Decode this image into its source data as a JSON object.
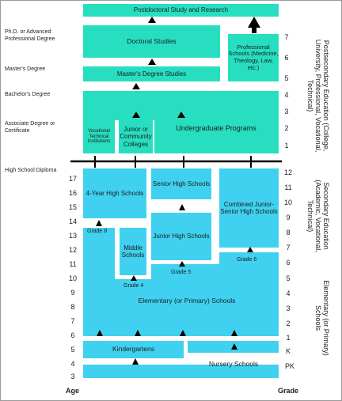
{
  "left_labels": {
    "phd": "Ph.D. or Advanced Professional Degree",
    "masters": "Master's Degree",
    "bachelors": "Bachelor's Degree",
    "associate": "Associate Degree or Certificate",
    "hs_diploma": "High School Diploma"
  },
  "ages": [
    "17",
    "16",
    "15",
    "14",
    "13",
    "12",
    "11",
    "10",
    "9",
    "8",
    "7",
    "6",
    "5",
    "4",
    "3"
  ],
  "age_label": "Age",
  "grade_label": "Grade",
  "post_years": [
    "7",
    "6",
    "5",
    "4",
    "3",
    "2",
    "1"
  ],
  "grades": [
    "12",
    "11",
    "10",
    "9",
    "8",
    "7",
    "6",
    "5",
    "4",
    "3",
    "2",
    "1",
    "K",
    "PK"
  ],
  "side_labels": {
    "postsecondary": "Postsecondary Education (College, University, Professional, Vocational, Technical)",
    "secondary": "Secondary Education (Academic, Vocational, Technical)",
    "elementary": "Elementary (or Primary) Schools"
  },
  "boxes": {
    "postdoc": "Postdoctoral Study and Research",
    "doctoral": "Doctoral Studies",
    "professional": "Professional Schools (Medicine, Theology, Law, etc.)",
    "masters": "Master's Degree Studies",
    "vocational": "Vocational Technical Institutions",
    "junior_college": "Junior or Community Colleges",
    "undergrad": "Undergraduate Programs",
    "four_year_hs": "4-Year High Schools",
    "senior_hs": "Senior High Schools",
    "combined_hs": "Combined Junior-Senior High Schools",
    "middle": "Middle Schools",
    "junior_hs": "Junior High Schools",
    "elementary": "Elementary (or Primary) Schools",
    "kindergartens": "Kindergartens",
    "nursery": "Nursery Schools"
  },
  "notes": {
    "grade8": "Grade 8",
    "grade4": "Grade 4",
    "grade5": "Grade 5",
    "grade6": "Grade 6"
  },
  "colors": {
    "postsecondary": "#27dec0",
    "secondary_elementary": "#3fd1ef",
    "arrows": "#000000"
  }
}
